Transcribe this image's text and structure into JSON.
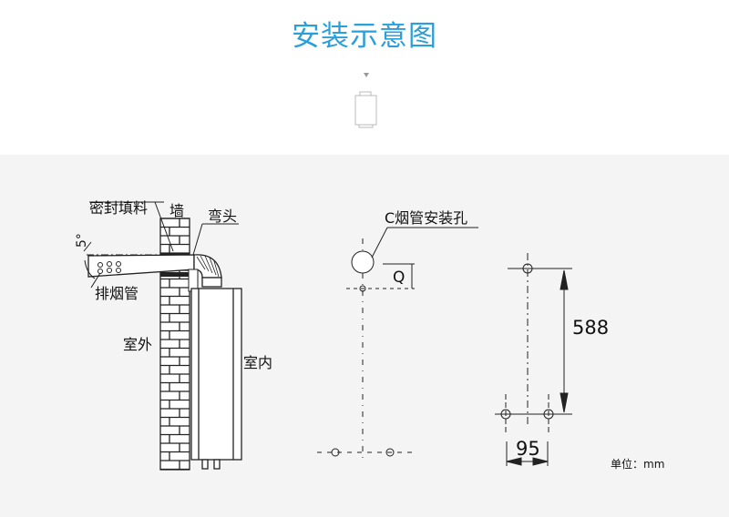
{
  "header": {
    "title": "安装示意图"
  },
  "diagram": {
    "labels": {
      "sealant": "密封填料",
      "wall": "墙",
      "elbow": "弯头",
      "angle": "5°",
      "flue_pipe": "排烟管",
      "outdoor": "室外",
      "indoor": "室内",
      "flue_hole": "C烟管安装孔",
      "q": "Q",
      "dim_height": "588",
      "dim_width": "95",
      "unit": "单位：mm"
    }
  },
  "colors": {
    "accent": "#2b9fd9",
    "panel": "#f4f4f4"
  }
}
